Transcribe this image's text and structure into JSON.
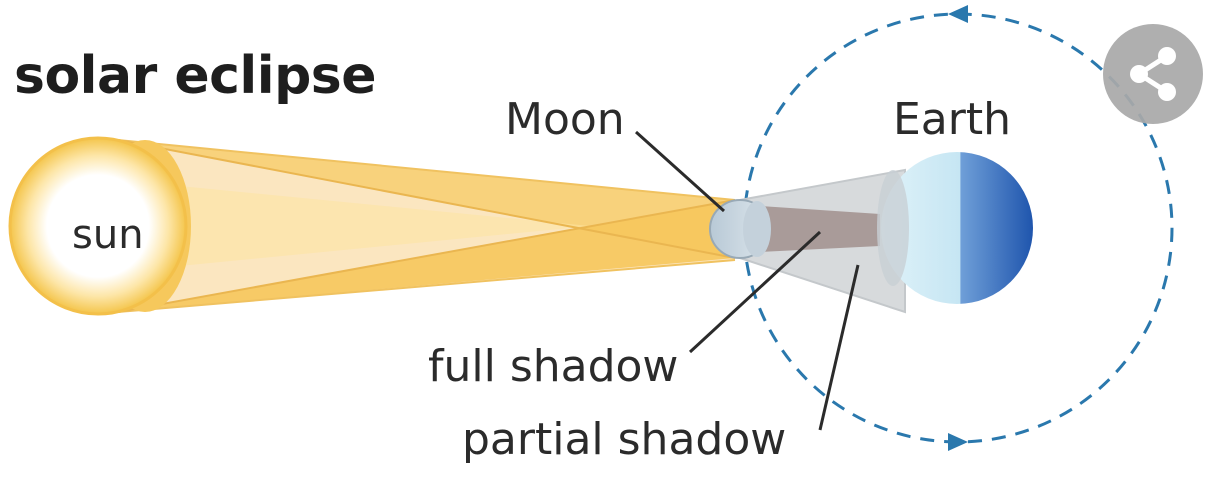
{
  "title": "solar eclipse",
  "labels": {
    "sun": "sun",
    "moon": "Moon",
    "earth": "Earth",
    "full_shadow": "full shadow",
    "partial_shadow": "partial shadow"
  },
  "icons": {
    "share": "share-icon"
  },
  "colors": {
    "sun_core": "#ffffff",
    "sun_edge": "#f5c542",
    "light_cone_outer": "#fbe4b8",
    "light_cone_inner": "#f6c65a",
    "moon": "#c9d6e0",
    "penumbra": "#d4d7da",
    "umbra": "#a99a98",
    "earth_light": "#cfe9f4",
    "earth_dark": "#2c64b8",
    "orbit": "#2a7bb0",
    "share_button": "#a9a9a9"
  }
}
